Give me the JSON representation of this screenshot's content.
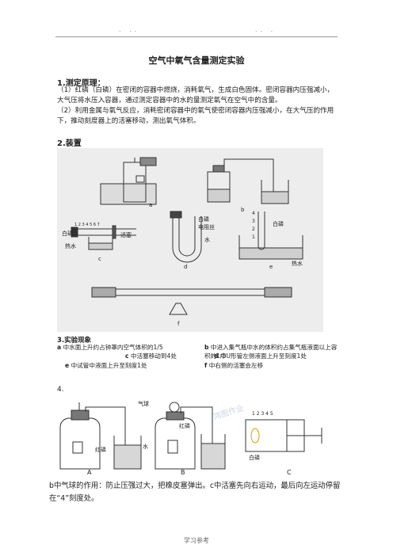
{
  "header": {
    "left_dots": ". ..",
    "right_dots": ".. ."
  },
  "title": "空气中氧气含量测定实验",
  "section1": {
    "heading": "1.测定原理：",
    "p1": "（1）红磷（白磷）在密闭的容器中燃烧，消耗氧气，生成白色固体。密闭容器内压强减小，大气压将水压入容器，通过测定容器中的水的量测定氧气在空气中的含量。",
    "p2": "（2）利用金属与氧气反应，消耗密闭容器中的氧气使密闭容器内压强减小，在大气压的作用下，推动刻度器上的活塞移动，测出氧气体积。"
  },
  "section2": {
    "heading": "2.装置",
    "labels": {
      "a": "a",
      "b": "b",
      "c": "c",
      "d": "d",
      "e": "e",
      "f": "f",
      "white_p_c": "白磷",
      "hot_water_c": "热水",
      "piston": "活塞",
      "white_p_d": "白磷",
      "resistor": "电阻丝",
      "water_d": "水",
      "white_p_e": "白磷",
      "hot_water_e": "热水",
      "scale_c": "1 2 3 4 5 6 7",
      "scale_e": [
        "4",
        "3",
        "2",
        "1"
      ]
    }
  },
  "section3": {
    "heading": "3.实验现象",
    "items": [
      {
        "key": "a",
        "text": "中水面上升约占钟罩内空气体积的1/5"
      },
      {
        "key": "b",
        "text": "中进入集气瓶中水的体积约占集气瓶液面以上容积的1/5"
      },
      {
        "key": "c",
        "text": "中活塞移动到4处"
      },
      {
        "key": "d",
        "text": "中U形管左侧液面上升至刻度1处"
      },
      {
        "key": "e",
        "text": "中试管中液面上升至刻度1处"
      },
      {
        "key": "f",
        "text": "中右侧的活塞会左移"
      }
    ]
  },
  "section4": {
    "heading": "4.",
    "labels": {
      "A": "A",
      "B": "B",
      "C": "C",
      "red_p_A": "红磷",
      "water_A": "水",
      "balloon": "气球",
      "red_p_B": "红磷",
      "scale_C": "1 2 3 4 5",
      "white_p_C": "白磷"
    },
    "watermark": "鸿图作业",
    "note": "b中气球的作用：防止压强过大，把橡皮塞弹出。c中活塞先向右运动，最后向左运动停留在“4”刻度处。"
  },
  "footer": "学习参考"
}
